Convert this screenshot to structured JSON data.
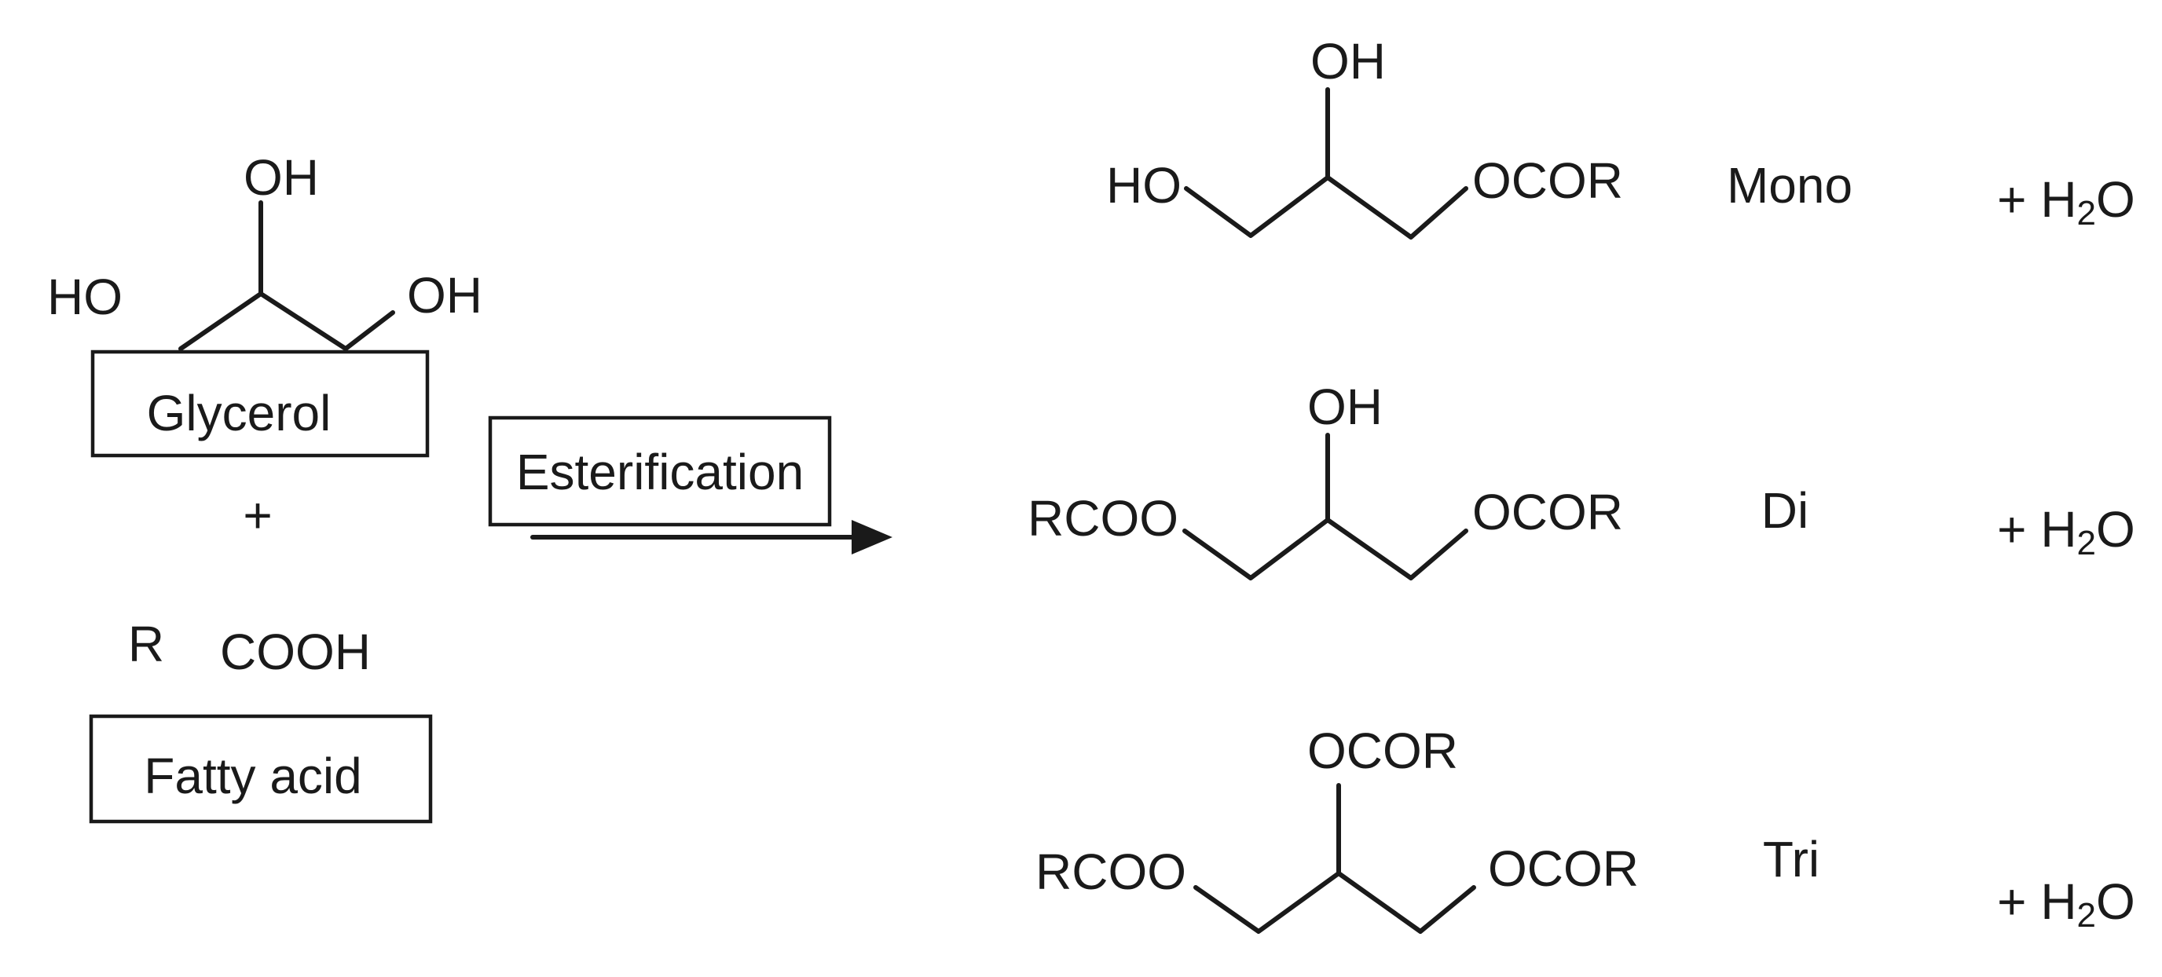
{
  "reactants": {
    "glycerol": {
      "oh_top": "OH",
      "ho_left": "HO",
      "oh_right": "OH",
      "box_label": "Glycerol"
    },
    "plus": "+",
    "fatty_acid": {
      "r": "R",
      "cooh": "COOH",
      "box_label": "Fatty acid"
    }
  },
  "reaction": {
    "label": "Esterification"
  },
  "products": [
    {
      "name": "Mono",
      "top_group": "OH",
      "left_group": "HO",
      "right_group": "OCOR",
      "byproduct": {
        "prefix": "+ H",
        "sub": "2",
        "suffix": "O"
      }
    },
    {
      "name": "Di",
      "top_group": "OH",
      "left_group": "RCOO",
      "right_group": "OCOR",
      "byproduct": {
        "prefix": "+ H",
        "sub": "2",
        "suffix": "O"
      }
    },
    {
      "name": "Tri",
      "top_group": "OCOR",
      "left_group": "RCOO",
      "right_group": "OCOR",
      "byproduct": {
        "prefix": "+ H",
        "sub": "2",
        "suffix": "O"
      }
    }
  ]
}
